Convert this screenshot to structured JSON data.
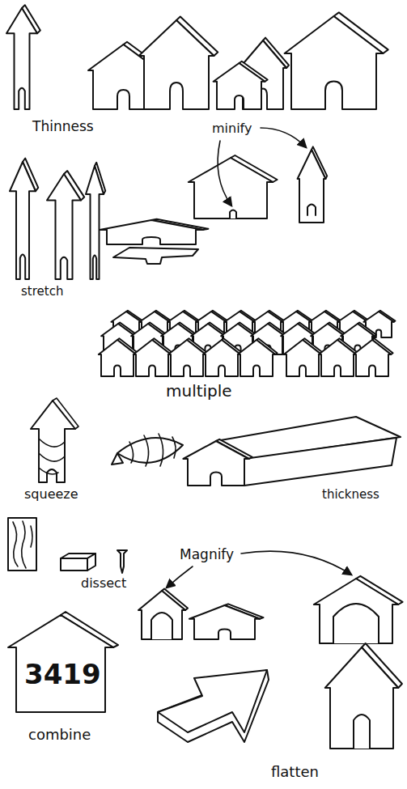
{
  "diagram": {
    "labels": [
      "Thinness",
      "minify",
      "stretch",
      "multiple",
      "squeeze",
      "thickness",
      "dissect",
      "Magnify",
      "3419",
      "combine",
      "flatten"
    ]
  }
}
